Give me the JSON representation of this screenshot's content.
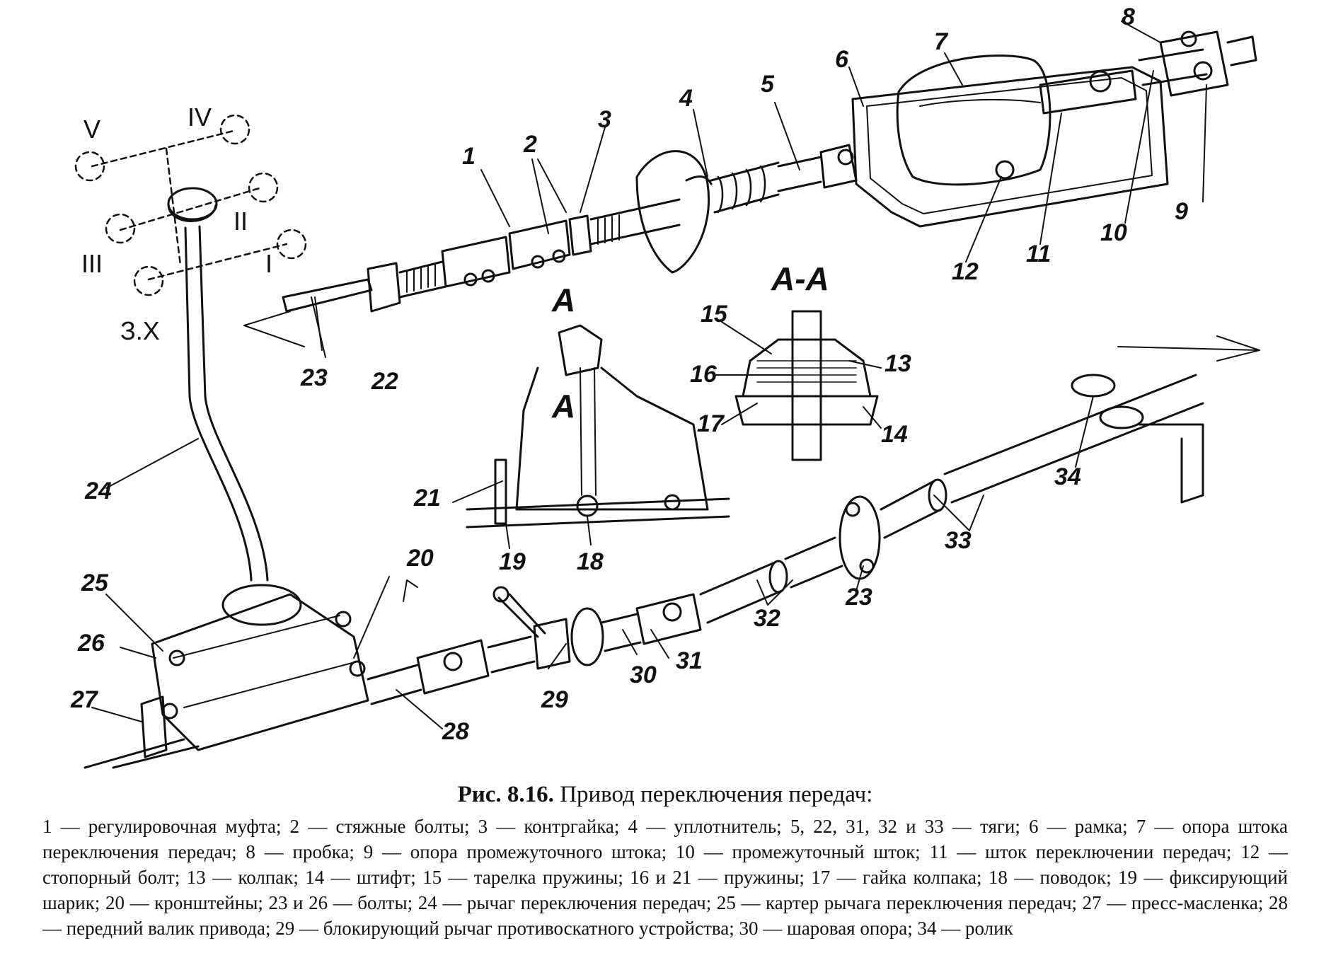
{
  "figure": {
    "callouts": [
      "1",
      "2",
      "3",
      "4",
      "5",
      "6",
      "7",
      "8",
      "9",
      "10",
      "11",
      "12",
      "13",
      "14",
      "15",
      "16",
      "17",
      "18",
      "19",
      "20",
      "21",
      "22",
      "23",
      "24",
      "25",
      "26",
      "27",
      "28",
      "29",
      "30",
      "31",
      "32",
      "33",
      "34"
    ],
    "gear_positions": [
      "V",
      "IV",
      "III",
      "II",
      "I",
      "З.Х"
    ],
    "section_labels": {
      "section_marker": "A",
      "section_title": "А-А"
    }
  },
  "caption": {
    "title_prefix": "Рис. 8.16.",
    "title_text": "Привод переключения передач:",
    "legend": "1 — регулировочная муфта; 2 — стяжные болты; 3 — контргайка; 4 — уплотнитель; 5, 22, 31, 32 и 33 — тяги; 6 — рамка; 7 — опора штока переключения передач; 8 — пробка; 9 — опора промежуточного штока; 10 — промежуточный шток; 11 — шток переключении передач; 12 — стопорный болт; 13 — колпак; 14 — штифт; 15 — тарелка пружины; 16 и 21 — пружины; 17 — гайка колпака; 18 — поводок; 19 — фиксирующий шарик; 20 — кронштейны; 23 и 26 — болты; 24 — рычаг переключения передач; 25 — картер рычага переключения передач; 27 — пресс-масленка; 28 — передний валик привода; 29 — блокирующий рычаг противоскатного устройства; 30 — шаровая опора; 34 — ролик"
  }
}
